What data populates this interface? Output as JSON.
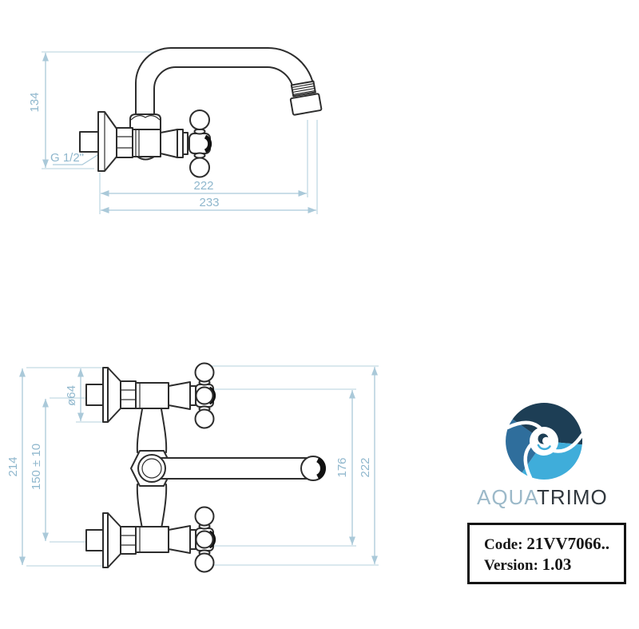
{
  "sheet": {
    "background": "#ffffff"
  },
  "side_view": {
    "dim_height": "134",
    "thread_label": "G 1/2\"",
    "dim_reach_inner": "222",
    "dim_reach_outer": "233"
  },
  "plan_view": {
    "dim_overall_height": "214",
    "dim_centers": "150 ± 10",
    "dim_flange_diameter": "ø64",
    "dim_inner_height": "176",
    "dim_outer_height": "222"
  },
  "branding": {
    "name_part1": "AQUA",
    "name_part2": "TRIMO",
    "logo_navy": "#1d3e55",
    "logo_blue": "#2f6e9c",
    "logo_sky": "#3fadda",
    "name_color1": "#9cb9c9",
    "name_color2": "#31383e"
  },
  "info_box": {
    "code_label": "Code:",
    "code_value": "21VV7066..",
    "version_label": "Version:",
    "version_value": "1.03"
  },
  "colors": {
    "dimension_line": "#aac9d9",
    "dimension_text": "#8fb7cd",
    "drawing_line": "#2d2d2d"
  }
}
